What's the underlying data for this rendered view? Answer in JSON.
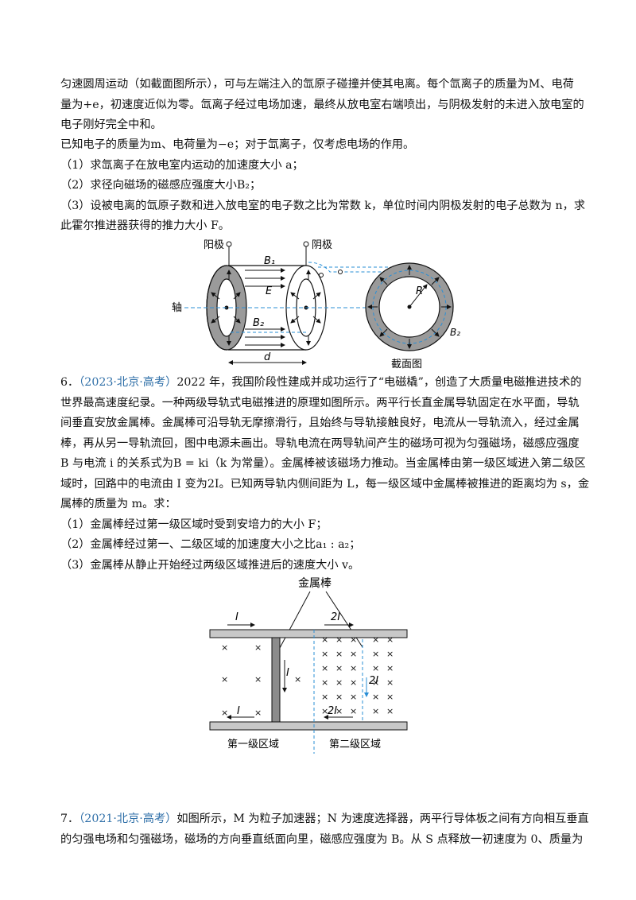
{
  "p5": {
    "l1": "匀速圆周运动（如截面图所示），可与左端注入的氙原子碰撞并使其电离。每个氙离子的质量为M、电荷",
    "l2": "量为+e，初速度近似为零。氙离子经过电场加速，最终从放电室右端喷出，与阴极发射的未进入放电室的",
    "l3": "电子刚好完全中和。",
    "l4": "已知电子的质量为m、电荷量为−e；对于氙离子，仅考虑电场的作用。",
    "q1": "（1）求氙离子在放电室内运动的加速度大小 a；",
    "q2": "（2）求径向磁场的磁感应强度大小B₂；",
    "q3a": "（3）设被电离的氙原子数和进入放电室的电子数之比为常数 k，单位时间内阴极发射的电子总数为 n，求",
    "q3b": "此霍尔推进器获得的推力大小 F。",
    "figure": {
      "anode": "阳极",
      "cathode": "阴极",
      "axis": "轴",
      "B1": "B₁",
      "B2": "B₂",
      "E": "E",
      "d": "d",
      "R": "R",
      "B2_right": "B₂",
      "caption": "截面图"
    }
  },
  "p6": {
    "num": "6．",
    "src": "（2023·北京·高考）",
    "l1": "2022 年，我国阶段性建成并成功运行了“电磁橇”，创造了大质量电磁推进技术的",
    "l2": "世界最高速度纪录。一种两级导轨式电磁推进的原理如图所示。两平行长直金属导轨固定在水平面，导轨",
    "l3": "间垂直安放金属棒。金属棒可沿导轨无摩擦滑行，且始终与导轨接触良好，电流从一导轨流入，经过金属",
    "l4": "棒，再从另一导轨流回，图中电源未画出。导轨电流在两导轨间产生的磁场可视为匀强磁场，磁感应强度",
    "l5": "B 与电流 i 的关系式为B = ki（k 为常量）。金属棒被该磁场力推动。当金属棒由第一级区域进入第二级区",
    "l6": "域时，回路中的电流由 I 变为2I。已知两导轨内侧间距为 L，每一级区域中金属棒被推进的距离均为 s，金",
    "l7": "属棒的质量为 m。求：",
    "q1": "（1）金属棒经过第一级区域时受到安培力的大小 F；",
    "q2": "（2）金属棒经过第一、二级区域的加速度大小之比a₁ : a₂；",
    "q3": "（3）金属棒从静止开始经过两级区域推进后的速度大小 v。",
    "figure": {
      "rod_label": "金属棒",
      "I_top": "I",
      "twoI_top": "2I",
      "I_mid": "I",
      "twoI_mid": "2I",
      "I_bot": "I",
      "twoI_bot": "2I",
      "region1": "第一级区域",
      "region2": "第二级区域",
      "cross": "×"
    }
  },
  "p7": {
    "num": "7．",
    "src": "（2021·北京·高考）",
    "l1": "如图所示，M 为粒子加速器；N 为速度选择器，两平行导体板之间有方向相互垂直",
    "l2": "的匀强电场和匀强磁场，磁场的方向垂直纸面向里，磁感应强度为 B。从 S 点释放一初速度为 0、质量为"
  }
}
